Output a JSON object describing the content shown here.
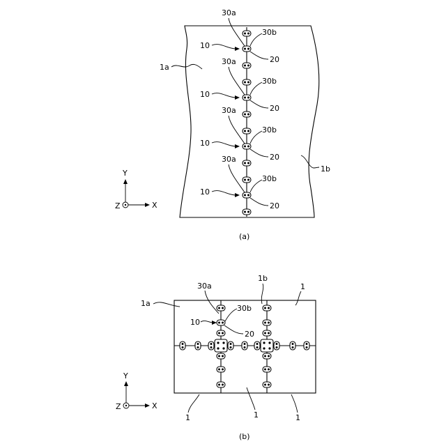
{
  "panel_a": {
    "caption": "(a)",
    "sheet_left": "1a",
    "sheet_right": "1b",
    "groups": [
      {
        "ref_joint": "10",
        "ref_left": "30a",
        "ref_right": "30b",
        "ref_piece": "20"
      },
      {
        "ref_joint": "10",
        "ref_left": "30a",
        "ref_right": "30b",
        "ref_piece": "20"
      },
      {
        "ref_joint": "10",
        "ref_left": "30a",
        "ref_right": "30b",
        "ref_piece": "20"
      },
      {
        "ref_joint": "10",
        "ref_left": "30a",
        "ref_right": "30b",
        "ref_piece": "20"
      }
    ],
    "axes": {
      "x": "X",
      "y": "Y",
      "z": "Z"
    }
  },
  "panel_b": {
    "caption": "(b)",
    "sheet_1a": "1a",
    "sheet_1b": "1b",
    "label_30a": "30a",
    "label_30b": "30b",
    "label_10": "10",
    "label_20": "20",
    "sheet_labels": [
      "1",
      "1",
      "1",
      "1"
    ],
    "axes": {
      "x": "X",
      "y": "Y",
      "z": "Z"
    }
  }
}
